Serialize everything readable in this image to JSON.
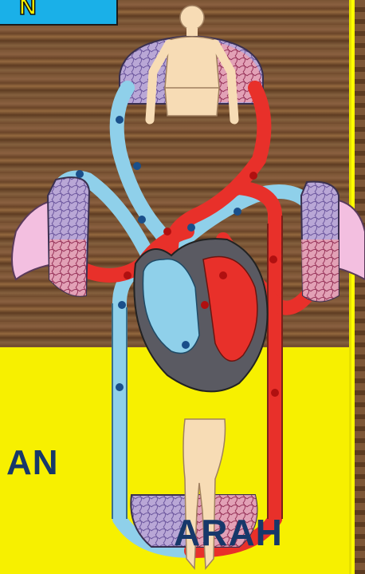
{
  "title_box": {
    "text": "N"
  },
  "headline": {
    "line1": "AN",
    "line2": "ARAH"
  },
  "colors": {
    "vein_blue": "#8fd0ea",
    "artery_red": "#e8302a",
    "heart_dark": "#5a5a62",
    "skin": "#f7dcb5",
    "lung_pink": "#f3bfe0",
    "panel_yellow": "#f7f000",
    "headline_navy": "#17386a",
    "title_blue": "#1ab0e8"
  },
  "icons": {
    "upper_body": "human-upper-body-icon",
    "lower_body": "human-legs-icon",
    "heart": "heart-icon",
    "lungs": "lung-icon"
  }
}
